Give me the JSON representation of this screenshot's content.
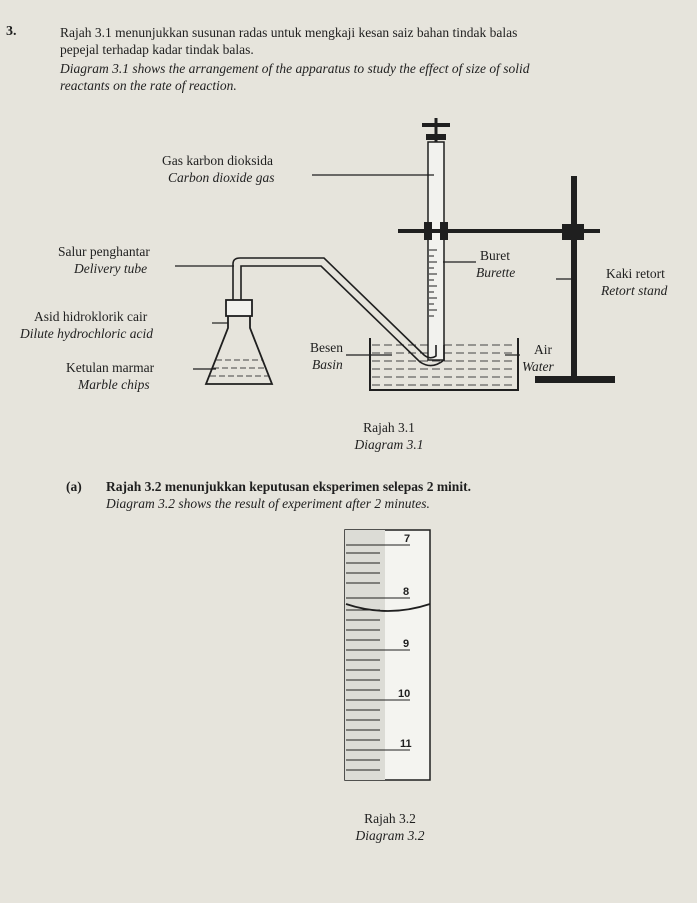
{
  "question_number": "3.",
  "intro_ms_line1": "Rajah 3.1 menunjukkan susunan radas untuk mengkaji kesan saiz bahan tindak balas",
  "intro_ms_line2": "pepejal terhadap kadar tindak balas.",
  "intro_en_line1": "Diagram 3.1 shows the arrangement of the apparatus to study the effect of size of solid",
  "intro_en_line2": "reactants on the rate of reaction.",
  "diagram1": {
    "labels": {
      "gas_ms": "Gas karbon dioksida",
      "gas_en": "Carbon dioxide gas",
      "tube_ms": "Salur penghantar",
      "tube_en": "Delivery tube",
      "acid_ms": "Asid hidroklorik cair",
      "acid_en": "Dilute hydrochloric acid",
      "marble_ms": "Ketulan marmar",
      "marble_en": "Marble chips",
      "basin_ms": "Besen",
      "basin_en": "Basin",
      "burette_ms": "Buret",
      "burette_en": "Burette",
      "stand_ms": "Kaki retort",
      "stand_en": "Retort stand",
      "water_ms": "Air",
      "water_en": "Water"
    },
    "caption_ms": "Rajah 3.1",
    "caption_en": "Diagram 3.1"
  },
  "part_a": {
    "label": "(a)",
    "text_ms": "Rajah 3.2 menunjukkan keputusan eksperimen selepas 2 minit.",
    "text_en": "Diagram 3.2 shows the result of experiment after 2 minutes."
  },
  "diagram2": {
    "scale_numbers": [
      "7",
      "8",
      "9",
      "10",
      "11"
    ],
    "caption_ms": "Rajah 3.2",
    "caption_en": "Diagram 3.2"
  }
}
